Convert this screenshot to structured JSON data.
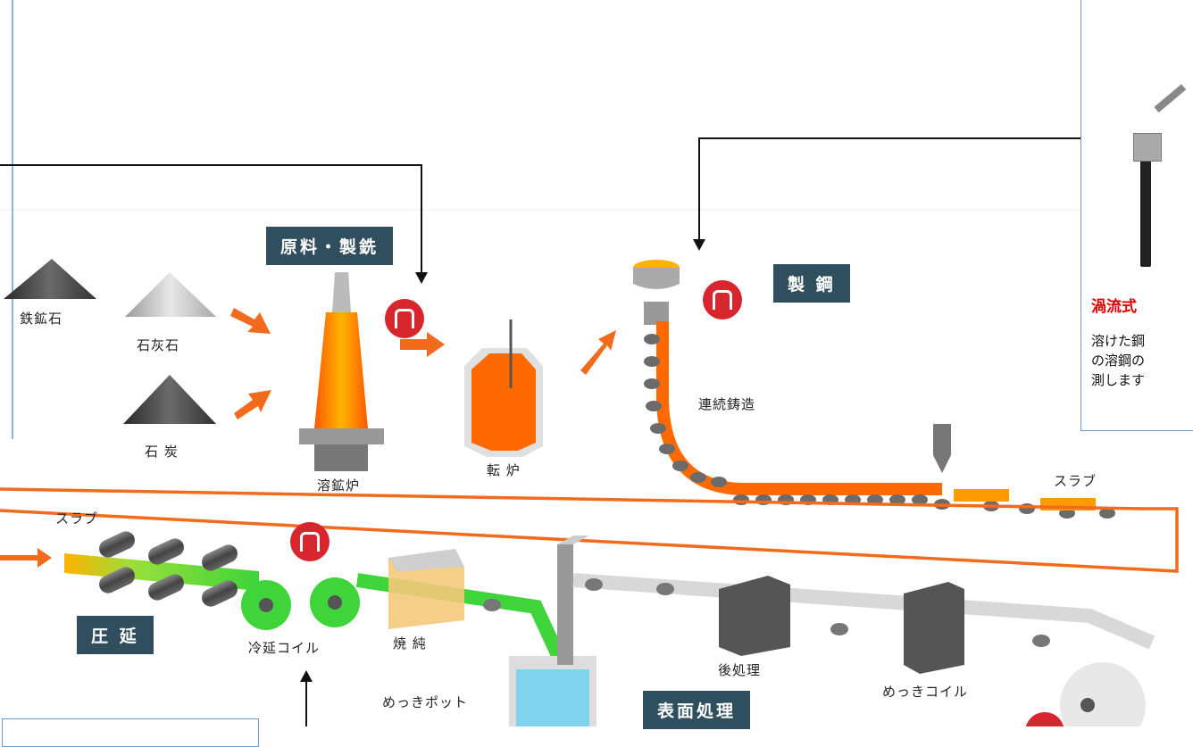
{
  "process_labels": {
    "raw_material": "原料・製銑",
    "steelmaking": "製 鋼",
    "rolling": "圧 延",
    "surface_treatment": "表面処理"
  },
  "materials": {
    "iron_ore": "鉄鉱石",
    "limestone": "石灰石",
    "coal": "石 炭"
  },
  "equipment": {
    "smelting_furnace": "溶鉱炉",
    "converter": "転 炉",
    "continuous_casting": "連続鋳造",
    "slab_1": "スラブ",
    "slab_2": "スラブ",
    "cold_rolled_coil": "冷延コイル",
    "annealing": "焼 純",
    "plating_pot": "めっきポット",
    "post_processing": "後処理",
    "plating_coil": "めっきコイル"
  },
  "product_callout": {
    "title": "渦流式",
    "description": "溶けた鋼\nの溶鋼の\n測します"
  },
  "colors": {
    "orange": "#f26a1b",
    "badge": "#2f4f5f",
    "brand_red": "#d7262e",
    "callout_border": "#6b9bd1",
    "green": "#3ed43a"
  }
}
